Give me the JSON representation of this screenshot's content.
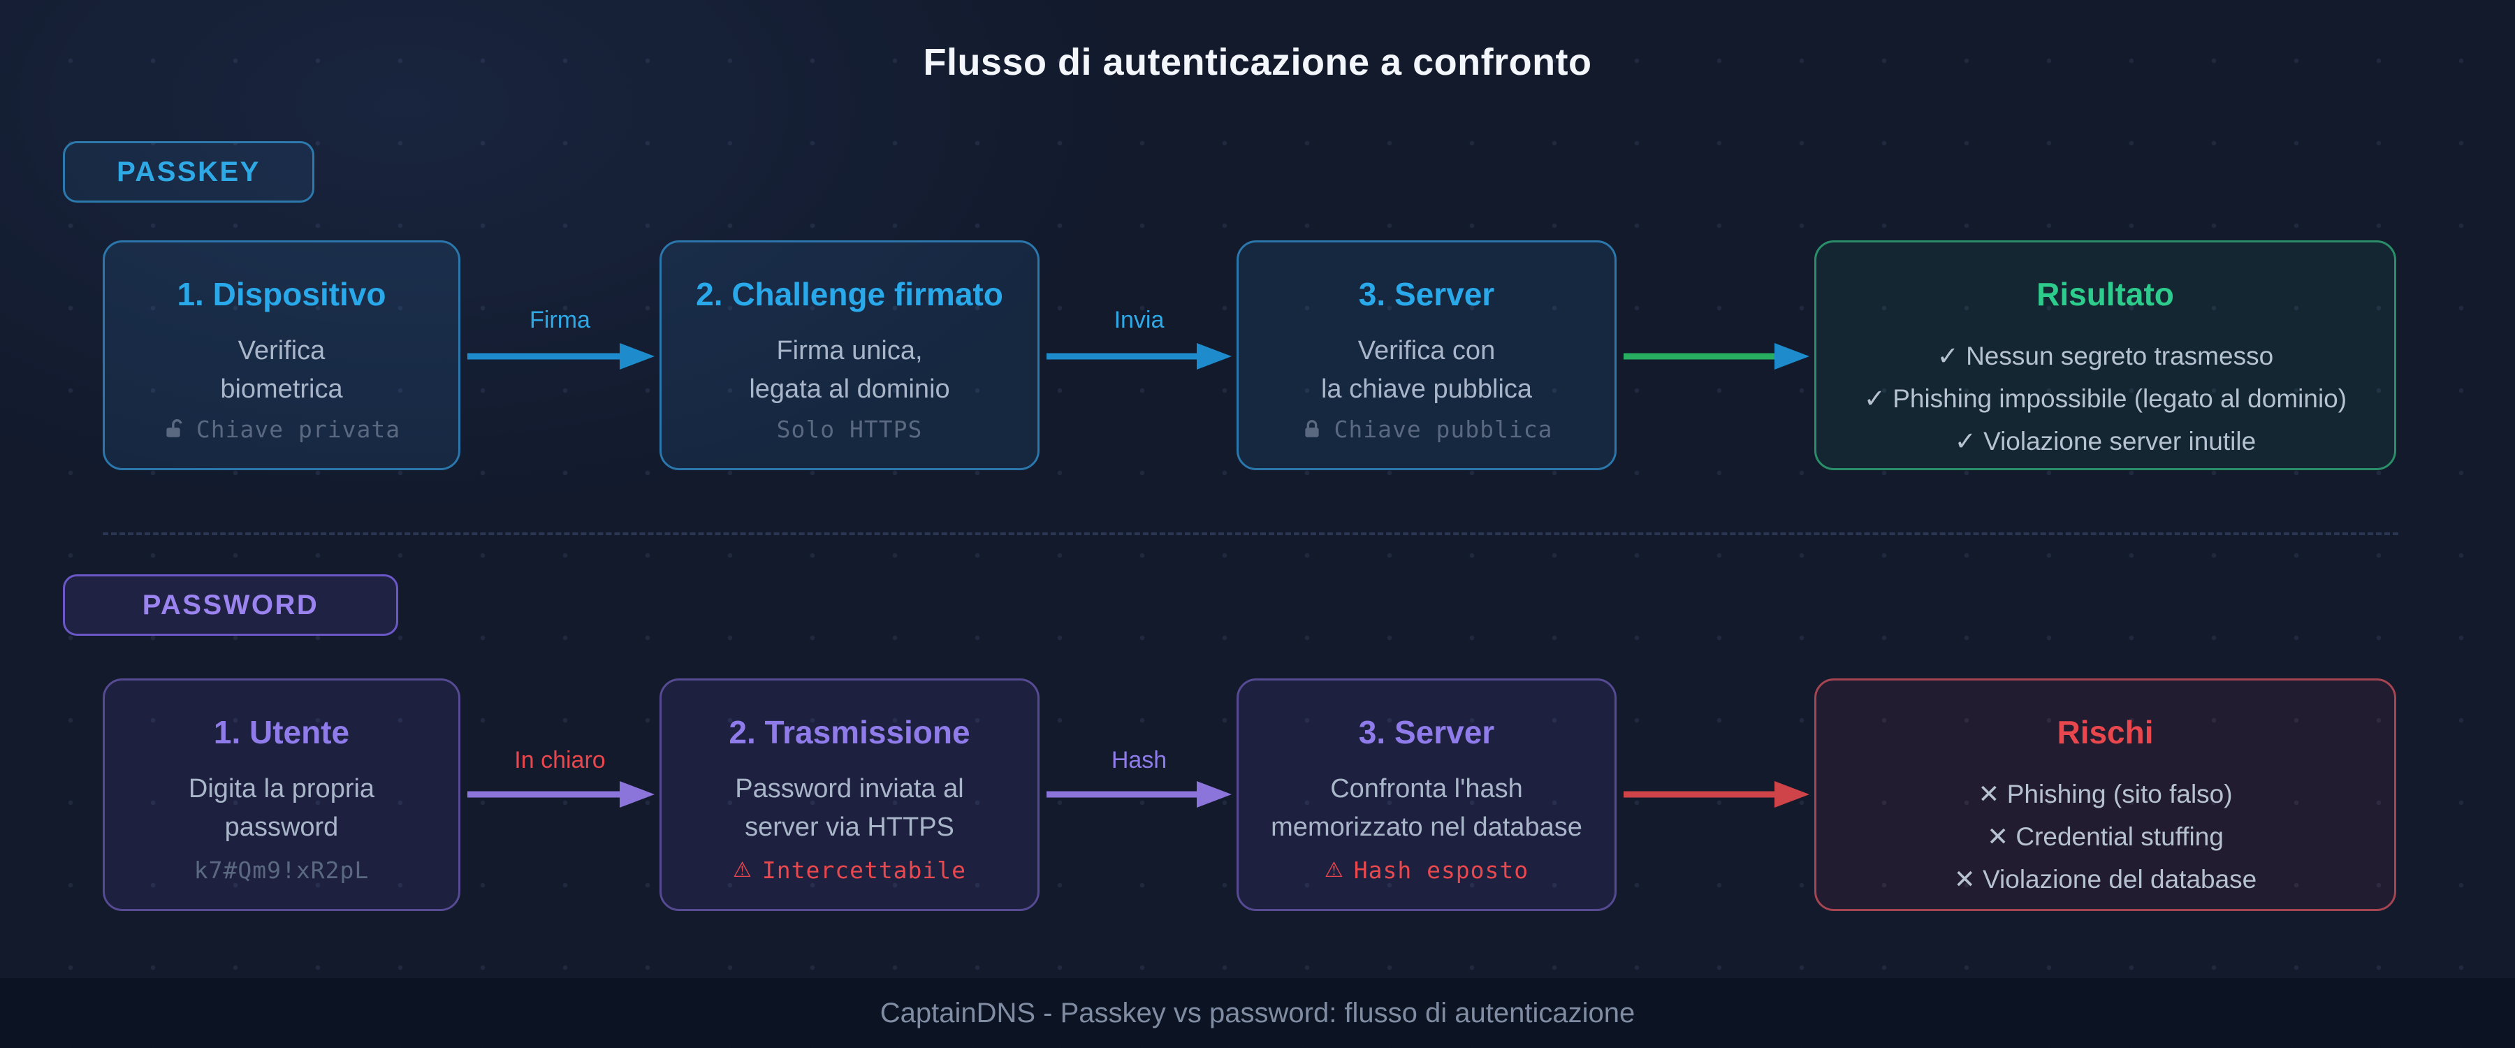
{
  "title": "Flusso di autenticazione a confronto",
  "glyphs": {
    "warning": "⚠"
  },
  "colors": {
    "background": "#121a2c",
    "passkey_accent": "#29a9e9",
    "password_accent": "#8f7bea",
    "result_accent": "#2ecc8c",
    "risk_accent": "#e8474d",
    "body_text": "#a9b5c9",
    "mono_text": "#5a6880",
    "arrow_green": "#27ae60",
    "arrow_blue": "#1e8ccc",
    "arrow_purple": "#8b74da",
    "arrow_red": "#cf4449"
  },
  "passkey": {
    "badge": "PASSKEY",
    "cards": [
      {
        "title": "1. Dispositivo",
        "line1": "Verifica",
        "line2": "biometrica",
        "note": "Chiave privata",
        "icon": "unlock-icon"
      },
      {
        "title": "2. Challenge firmato",
        "line1": "Firma unica,",
        "line2": "legata al dominio",
        "note": "Solo HTTPS",
        "icon": ""
      },
      {
        "title": "3. Server",
        "line1": "Verifica con",
        "line2": "la chiave pubblica",
        "note": "Chiave pubblica",
        "icon": "lock-icon"
      }
    ],
    "arrows": {
      "a1": "Firma",
      "a2": "Invia"
    },
    "result": {
      "title": "Risultato",
      "items": [
        "✓ Nessun segreto trasmesso",
        "✓ Phishing impossibile (legato al dominio)",
        "✓ Violazione server inutile"
      ]
    }
  },
  "password": {
    "badge": "PASSWORD",
    "cards": [
      {
        "title": "1. Utente",
        "line1": "Digita la propria",
        "line2": "password",
        "note": "k7#Qm9!xR2pL",
        "icon": ""
      },
      {
        "title": "2. Trasmissione",
        "line1": "Password inviata al",
        "line2": "server via HTTPS",
        "note": "Intercettabile",
        "icon": "warning-icon"
      },
      {
        "title": "3. Server",
        "line1": "Confronta l'hash",
        "line2": "memorizzato nel database",
        "note": "Hash esposto",
        "icon": "warning-icon"
      }
    ],
    "arrows": {
      "a1": "In chiaro",
      "a2": "Hash"
    },
    "result": {
      "title": "Rischi",
      "items": [
        "✕ Phishing (sito falso)",
        "✕ Credential stuffing",
        "✕ Violazione del database"
      ]
    }
  },
  "footer": "CaptainDNS - Passkey vs password: flusso di autenticazione"
}
